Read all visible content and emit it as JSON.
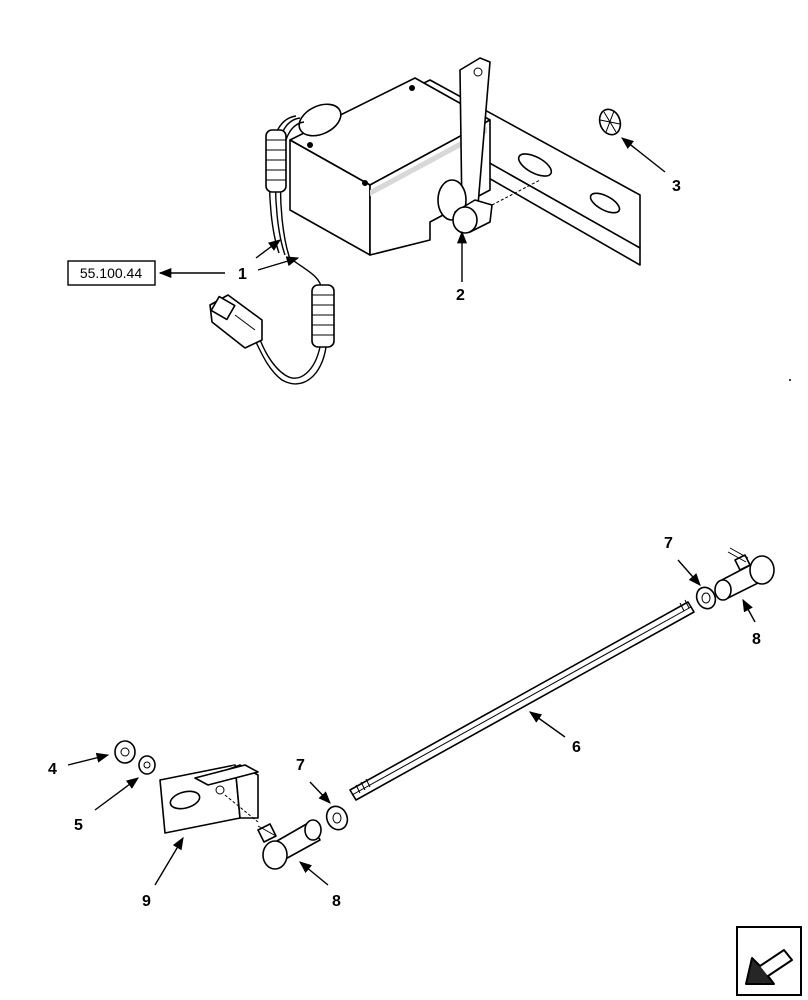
{
  "reference": {
    "label": "55.100.44"
  },
  "callouts": {
    "c1": "1",
    "c2": "2",
    "c3": "3",
    "c4": "4",
    "c5": "5",
    "c6": "6",
    "c7a": "7",
    "c7b": "7",
    "c8a": "8",
    "c8b": "8",
    "c9": "9"
  },
  "nav_icon": "next-page-arrow-icon"
}
